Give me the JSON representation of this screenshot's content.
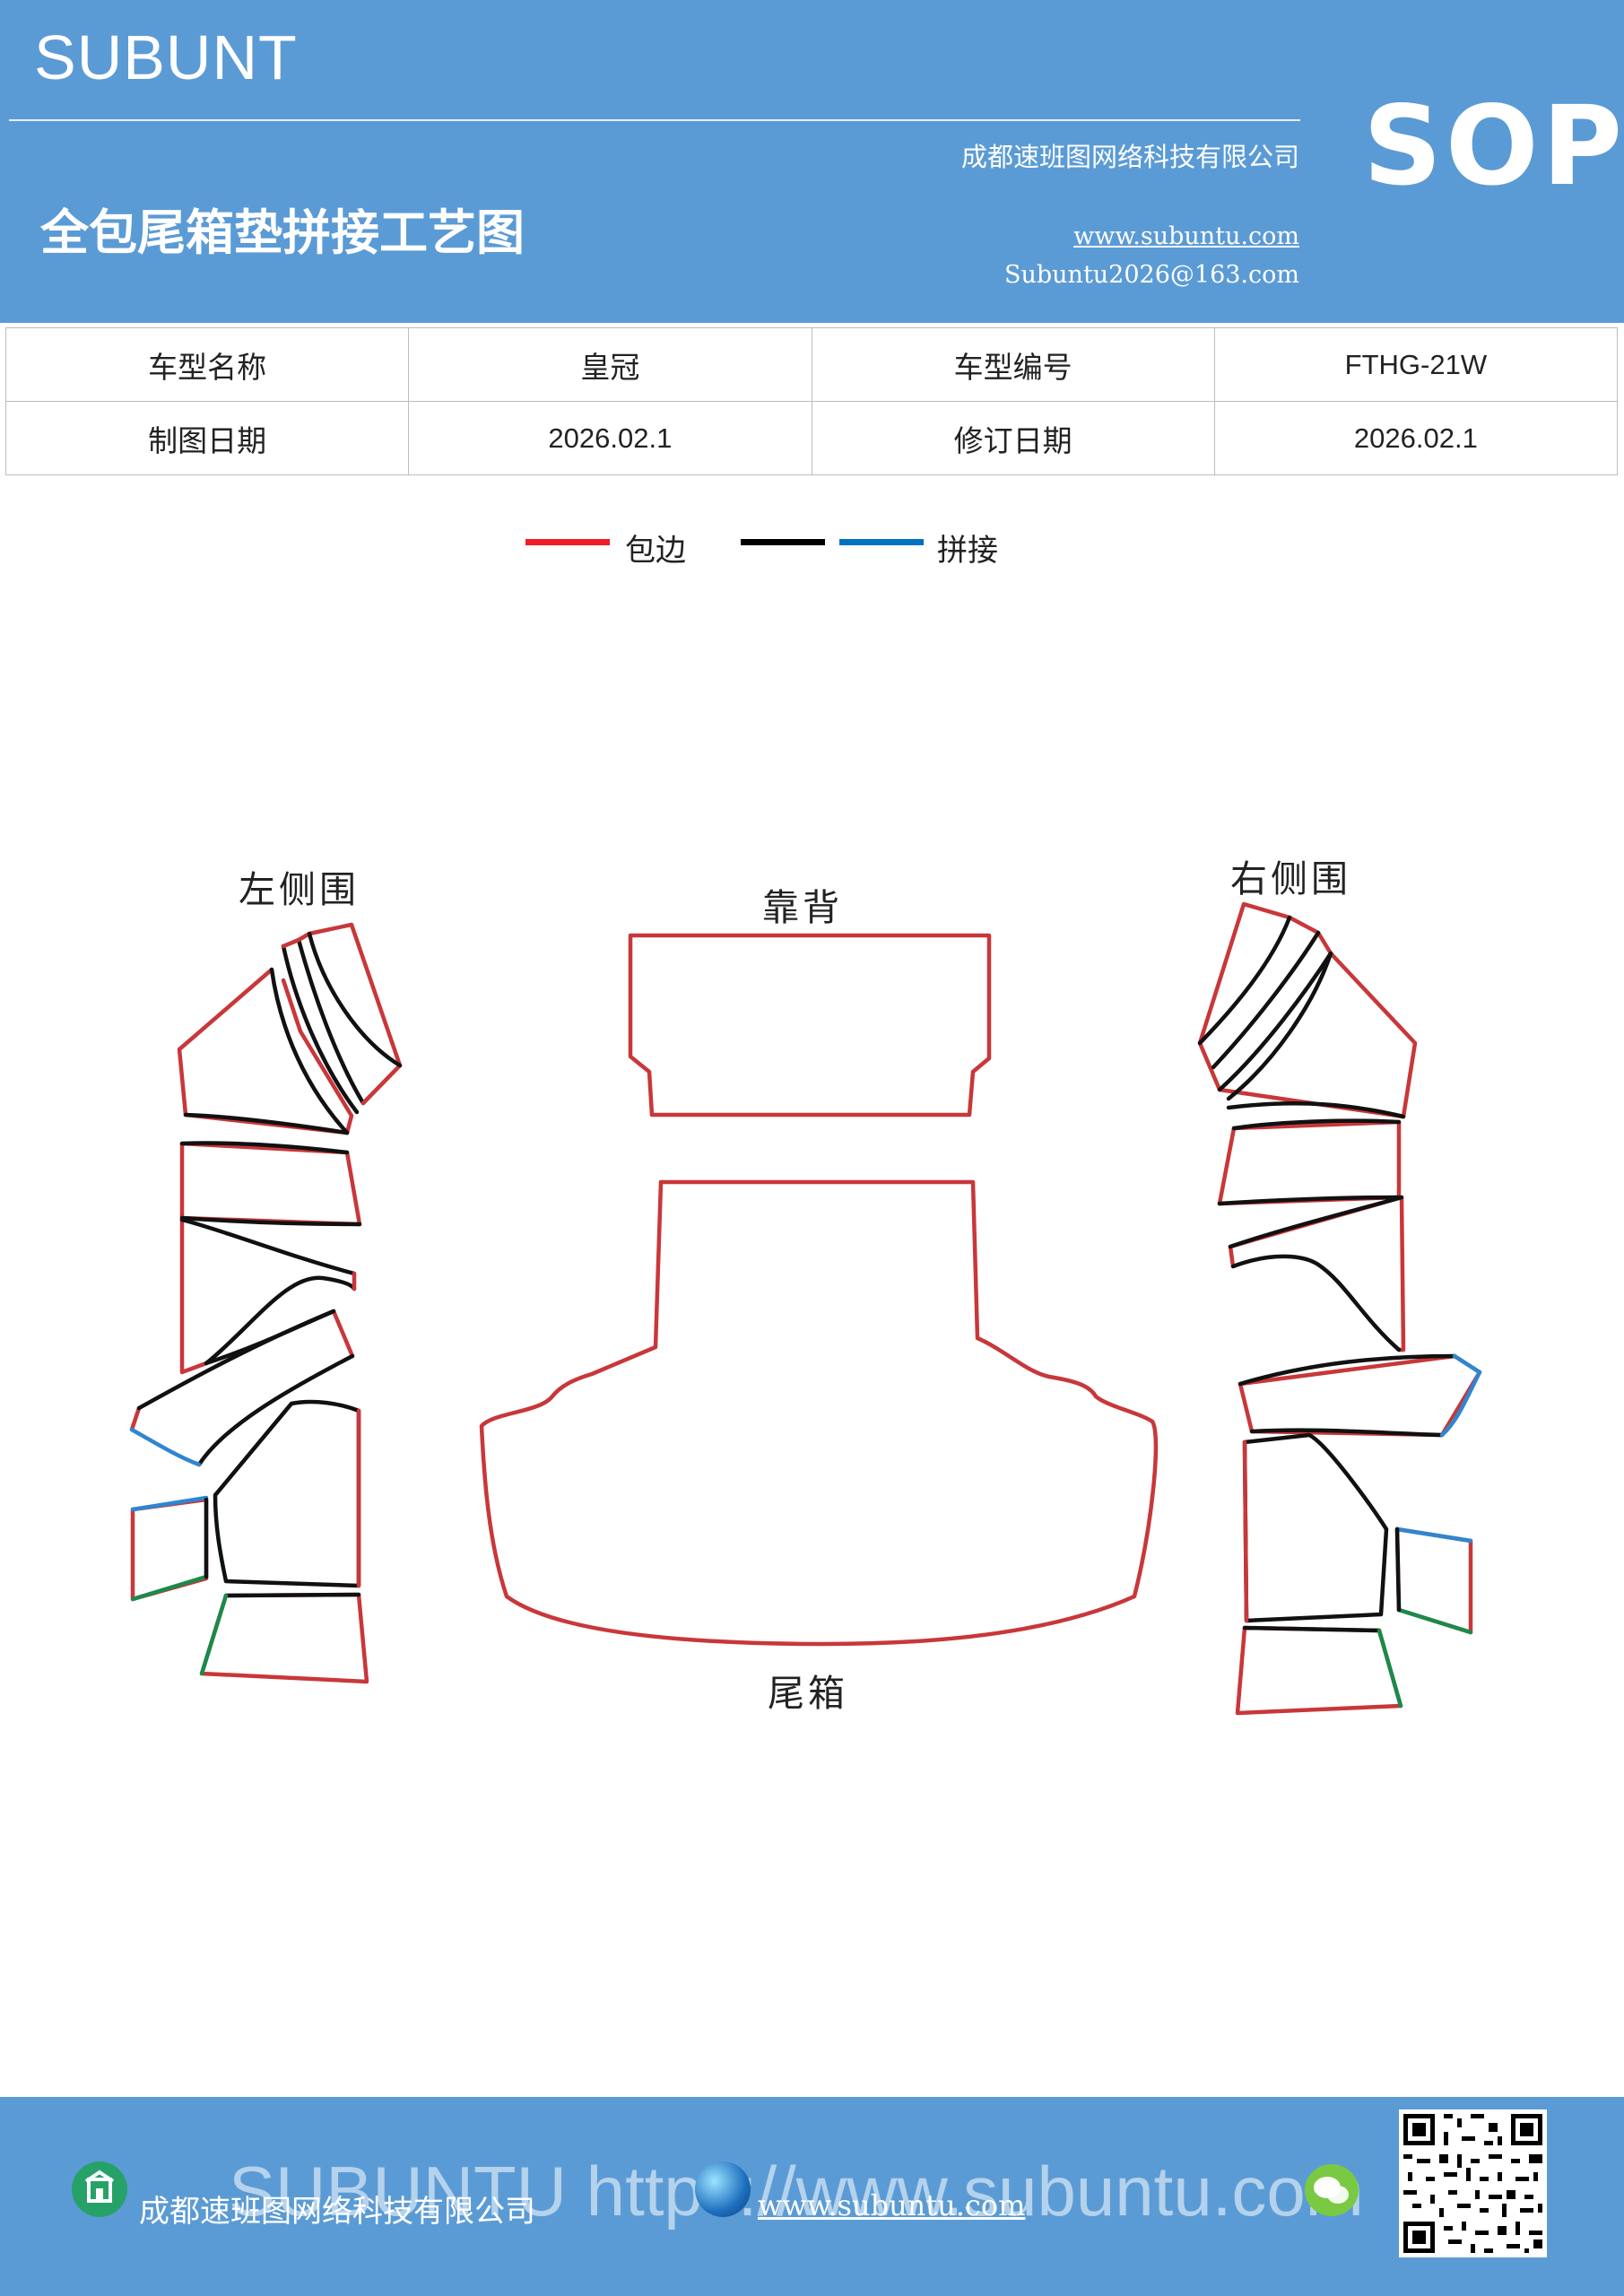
{
  "header": {
    "brand": "SUBUNT",
    "title": "全包尾箱垫拼接工艺图",
    "company": "成都速班图网络科技有限公司",
    "website": "www.subuntu.com",
    "email": "Subuntu2026@163.com",
    "sop": "SOP"
  },
  "info_table": {
    "rows": [
      [
        "车型名称",
        "皇冠",
        "车型编号",
        "FTHG-21W"
      ],
      [
        "制图日期",
        "2026.02.1",
        "修订日期",
        "2026.02.1"
      ]
    ]
  },
  "legend": {
    "items": [
      {
        "label": "包边",
        "color": "#ee1c25"
      },
      {
        "label": "",
        "color": "#000000"
      },
      {
        "label": "拼接",
        "color": "#0070c0"
      }
    ]
  },
  "diagram": {
    "labels": {
      "left": "左侧围",
      "back": "靠背",
      "right": "右侧围",
      "trunk": "尾箱"
    },
    "colors": {
      "edge": "#c8373a",
      "seam": "#111111",
      "splice": "#2f86d0",
      "join": "#1a8a4a"
    }
  },
  "footer": {
    "company": "成都速班图网络科技有限公司",
    "website": "www.subuntu.com",
    "watermark": "SUBUNTU https://www.subuntu.com"
  }
}
